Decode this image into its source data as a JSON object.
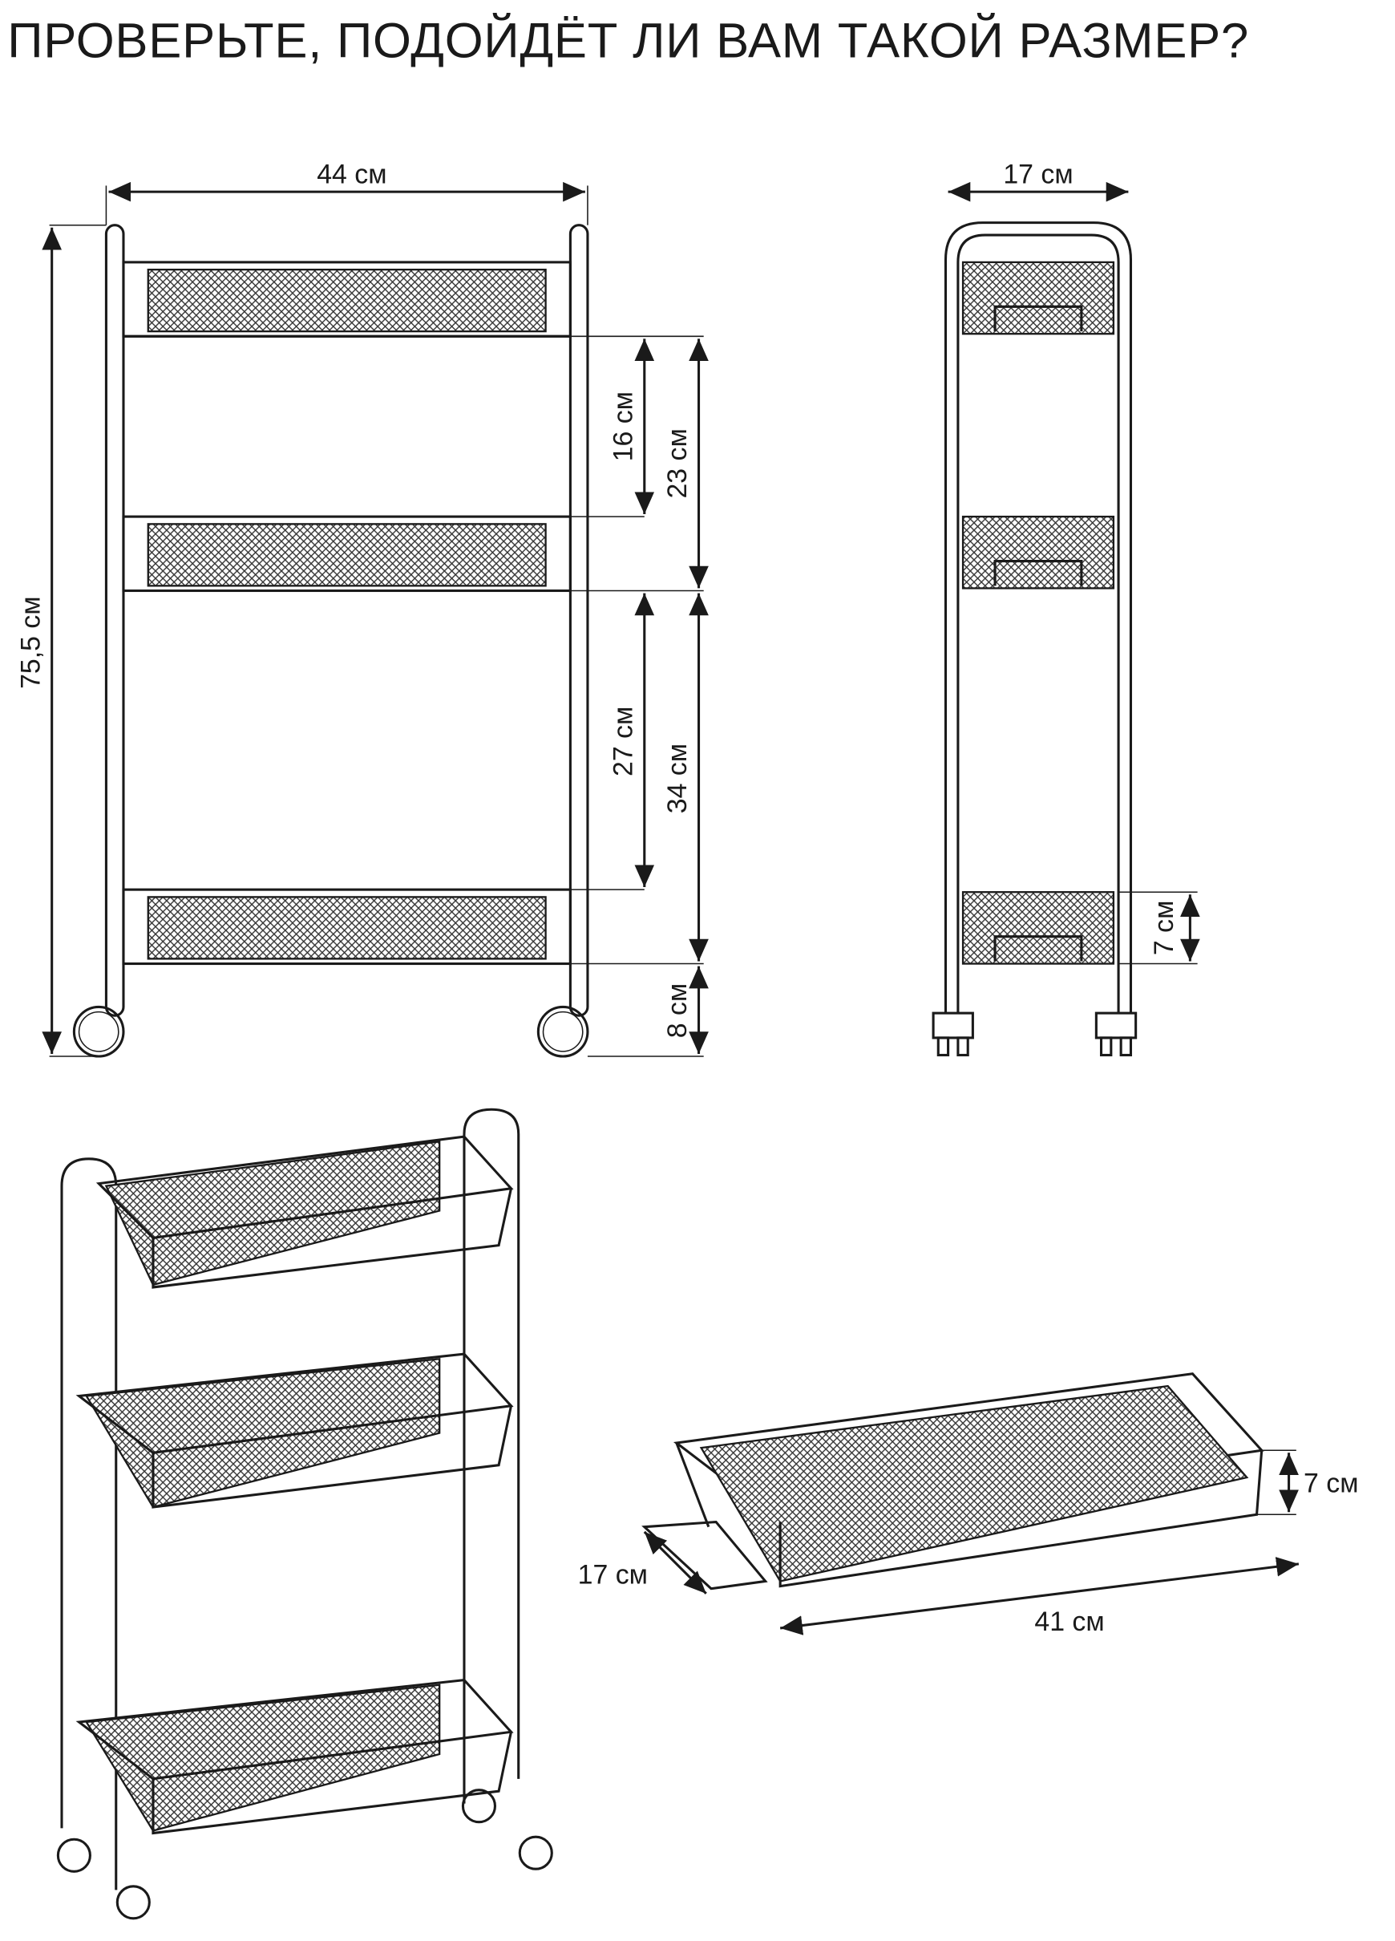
{
  "title": "ПРОВЕРЬТЕ, ПОДОЙДЁТ ЛИ ВАМ ТАКОЙ РАЗМЕР?",
  "front_view": {
    "width": "44 см",
    "height": "75,5 см",
    "gap_top_inner": "16 см",
    "gap_top_outer": "23 см",
    "gap_mid_inner": "27 см",
    "gap_mid_outer": "34 см",
    "bottom_clearance": "8 см"
  },
  "side_view": {
    "depth": "17 см",
    "basket_height": "7 см"
  },
  "basket_view": {
    "height": "7 см",
    "depth": "17 см",
    "length": "41 см"
  }
}
